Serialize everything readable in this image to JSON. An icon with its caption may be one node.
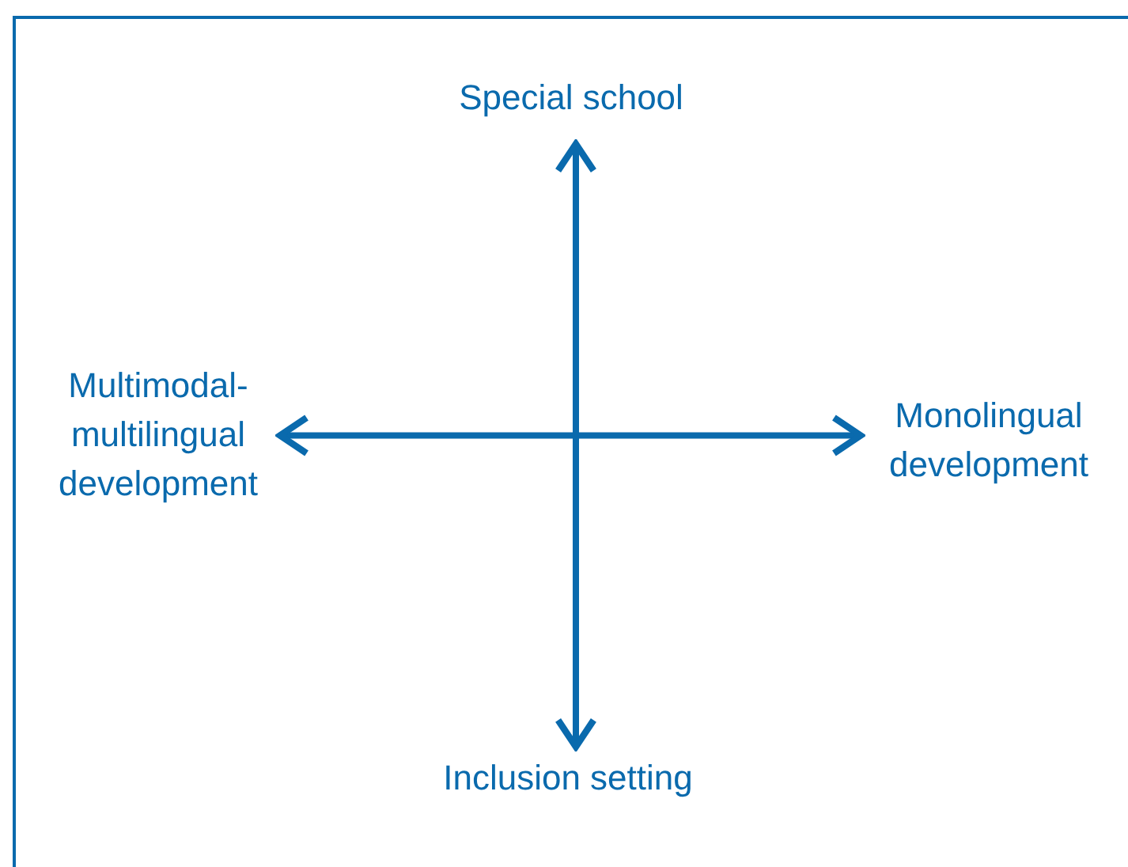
{
  "diagram": {
    "nodes": [
      {
        "text": [
          "Special school"
        ]
      },
      {
        "text": [
          "Multimodal- multilingual development"
        ]
      },
      {
        "text": [
          "Monolingual development"
        ]
      },
      {
        "text": [
          "Inclusion setting"
        ]
      }
    ],
    "edges": [
      {
        "from": 0,
        "to": 3,
        "arrow": "both"
      },
      {
        "from": 1,
        "to": 2,
        "arrow": "both"
      }
    ]
  }
}
